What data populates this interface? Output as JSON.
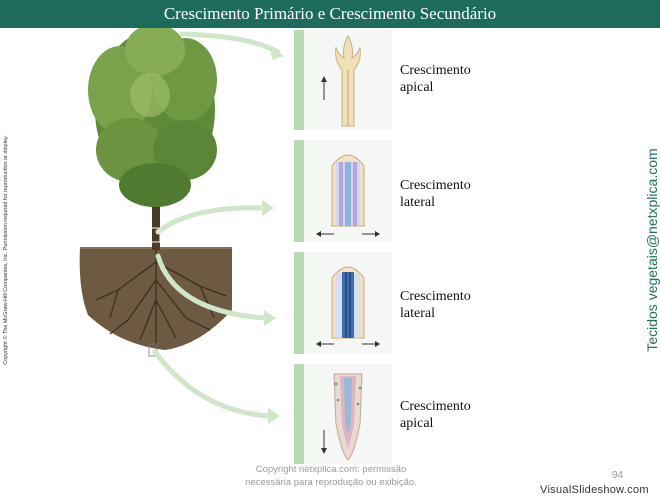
{
  "header": {
    "title": "Crescimento Primário e Crescimento Secundário"
  },
  "side": {
    "copyright_vertical": "Copyright © The McGraw-Hill Companies, Inc. Permission required for reproduction or display.",
    "brand_vertical": "Tecidos vegetais@netxplica.com"
  },
  "panels": [
    {
      "line1": "Crescimento",
      "line2": "apical",
      "icon": "shoot-tip-apex"
    },
    {
      "line1": "Crescimento",
      "line2": "lateral",
      "icon": "stem-section-lateral"
    },
    {
      "line1": "Crescimento",
      "line2": "lateral",
      "icon": "root-section-lateral"
    },
    {
      "line1": "Crescimento",
      "line2": "apical",
      "icon": "root-tip-apex"
    }
  ],
  "footer": {
    "copy_line1": "Copyright netxplica.com: permissão",
    "copy_line2": "necessária para reprodução ou exibição.",
    "page_number": "94",
    "watermark": "VisualSlideshow.com"
  },
  "colors": {
    "header_bg": "#1d6b5a",
    "panel_band": "#b9dbb3",
    "arrow": "#cfe6c8",
    "brand_text": "#1f6f63"
  }
}
